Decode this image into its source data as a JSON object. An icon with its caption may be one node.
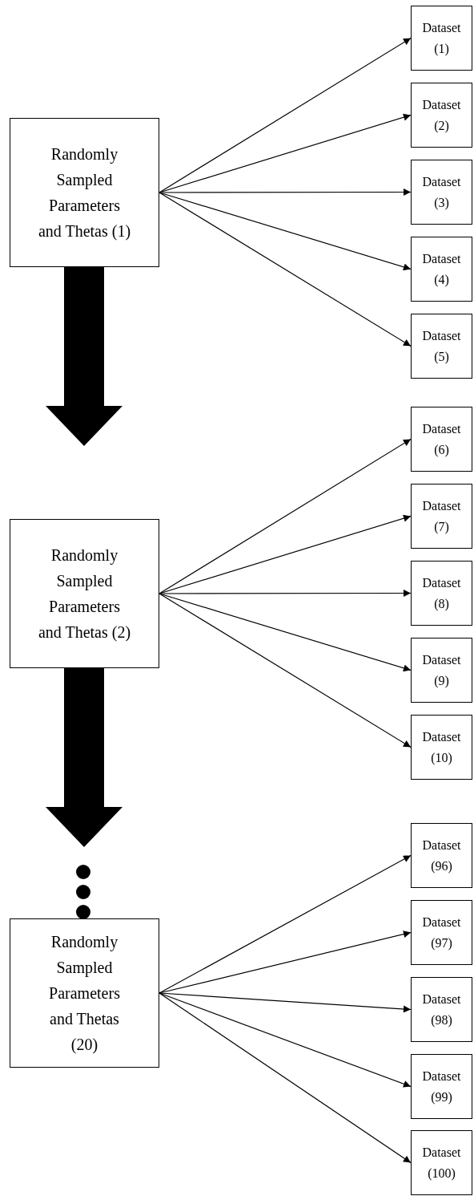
{
  "diagram": {
    "nodes": [
      {
        "text": [
          "Randomly Sampled Parameters and Thetas (1)"
        ]
      },
      {
        "text": [
          "Dataset (1)"
        ]
      },
      {
        "text": [
          "Dataset (2)"
        ]
      },
      {
        "text": [
          "Dataset (3)"
        ]
      },
      {
        "text": [
          "Dataset (4)"
        ]
      },
      {
        "text": [
          "Dataset (5)"
        ]
      },
      {
        "text": [
          "Randomly Sampled Parameters and Thetas (2)"
        ]
      },
      {
        "text": [
          "Dataset (6)"
        ]
      },
      {
        "text": [
          "Dataset (7)"
        ]
      },
      {
        "text": [
          "Dataset (8)"
        ]
      },
      {
        "text": [
          "Dataset (9)"
        ]
      },
      {
        "text": [
          "Dataset (10)"
        ]
      },
      {
        "text": [
          "Randomly Sampled Parameters and Thetas (20)"
        ]
      },
      {
        "text": [
          "Dataset (96)"
        ]
      },
      {
        "text": [
          "Dataset (97)"
        ]
      },
      {
        "text": [
          "Dataset (98)"
        ]
      },
      {
        "text": [
          "Dataset (99)"
        ]
      },
      {
        "text": [
          "Dataset (100)"
        ]
      }
    ],
    "edges": [
      {
        "from": 0,
        "to": 1,
        "arrow": "to"
      },
      {
        "from": 0,
        "to": 2,
        "arrow": "to"
      },
      {
        "from": 0,
        "to": 3,
        "arrow": "to"
      },
      {
        "from": 0,
        "to": 4,
        "arrow": "to"
      },
      {
        "from": 0,
        "to": 5,
        "arrow": "to"
      },
      {
        "from": 6,
        "to": 7,
        "arrow": "to"
      },
      {
        "from": 6,
        "to": 8,
        "arrow": "to"
      },
      {
        "from": 6,
        "to": 9,
        "arrow": "to"
      },
      {
        "from": 6,
        "to": 10,
        "arrow": "to"
      },
      {
        "from": 6,
        "to": 11,
        "arrow": "to"
      },
      {
        "from": 12,
        "to": 13,
        "arrow": "to"
      },
      {
        "from": 12,
        "to": 14,
        "arrow": "to"
      },
      {
        "from": 12,
        "to": 15,
        "arrow": "to"
      },
      {
        "from": 12,
        "to": 16,
        "arrow": "to"
      },
      {
        "from": 12,
        "to": 17,
        "arrow": "to"
      },
      {
        "from": 0,
        "to": 6,
        "arrow": "to",
        "style": "thick"
      },
      {
        "from": 6,
        "to": 12,
        "arrow": "to",
        "style": "thick"
      }
    ]
  }
}
